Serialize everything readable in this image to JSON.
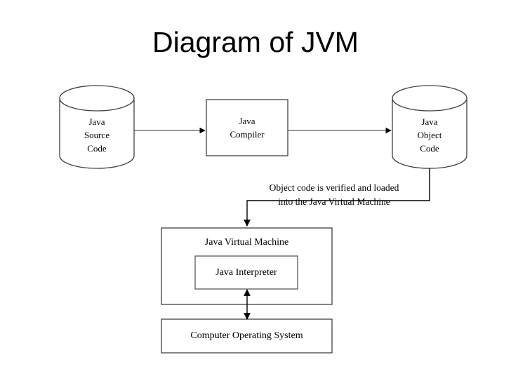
{
  "title": "Diagram of JVM",
  "background_color": "#ffffff",
  "stroke_color": "#000000",
  "text_color": "#000000",
  "nodes": {
    "source_code": {
      "label": "Java\nSource\nCode",
      "shape": "cylinder"
    },
    "compiler": {
      "label": "Java\nCompiler",
      "shape": "rectangle"
    },
    "object_code": {
      "label": "Java\nObject\nCode",
      "shape": "cylinder"
    },
    "jvm": {
      "label": "Java Virtual Machine",
      "shape": "rectangle"
    },
    "interpreter": {
      "label": "Java Interpreter",
      "shape": "rectangle"
    },
    "operating_system": {
      "label": "Computer Operating System",
      "shape": "rectangle"
    }
  },
  "annotations": {
    "load_note": "Object code is verified and loaded\ninto the Java Virtual Machine"
  },
  "edges": [
    {
      "name": "source-to-compiler",
      "from": "source_code",
      "to": "compiler",
      "style": "single-arrow",
      "direction": "right"
    },
    {
      "name": "compiler-to-object",
      "from": "compiler",
      "to": "object_code",
      "style": "single-arrow",
      "direction": "right"
    },
    {
      "name": "object-to-jvm",
      "from": "object_code",
      "to": "jvm",
      "style": "elbow-arrow",
      "direction": "down"
    },
    {
      "name": "interpreter-to-os",
      "from": "interpreter",
      "to": "operating_system",
      "style": "double-arrow",
      "direction": "both"
    }
  ]
}
